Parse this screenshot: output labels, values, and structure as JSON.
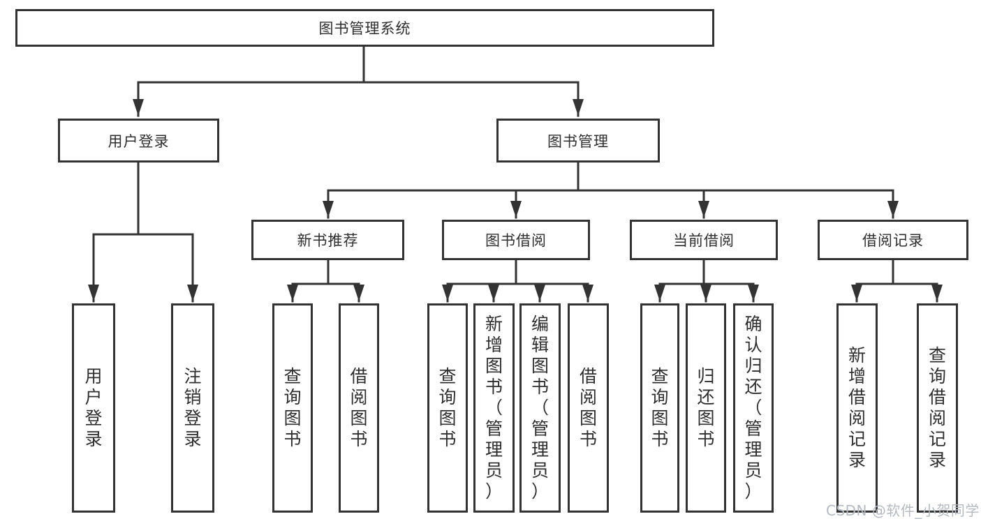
{
  "diagram": {
    "root": {
      "label": "图书管理系统"
    },
    "user_login": {
      "label": "用户登录",
      "children": [
        {
          "label": "用户登录"
        },
        {
          "label": "注销登录"
        }
      ]
    },
    "book_management": {
      "label": "图书管理",
      "sections": [
        {
          "label": "新书推荐",
          "children": [
            {
              "label": "查询图书"
            },
            {
              "label": "借阅图书"
            }
          ]
        },
        {
          "label": "图书借阅",
          "children": [
            {
              "label": "查询图书"
            },
            {
              "label": "新增图书（管理员）"
            },
            {
              "label": "编辑图书（管理员）"
            },
            {
              "label": "借阅图书"
            }
          ]
        },
        {
          "label": "当前借阅",
          "children": [
            {
              "label": "查询图书"
            },
            {
              "label": "归还图书"
            },
            {
              "label": "确认归还（管理员）"
            }
          ]
        },
        {
          "label": "借阅记录",
          "children": [
            {
              "label": "新增借阅记录"
            },
            {
              "label": "查询借阅记录"
            }
          ]
        }
      ]
    }
  },
  "watermark": {
    "text": "CSDN @软件_小贺同学"
  },
  "colors": {
    "line": "#333333",
    "text": "#2e2e2e",
    "box_background": "#ffffff",
    "watermark": "#b4b9c2"
  }
}
